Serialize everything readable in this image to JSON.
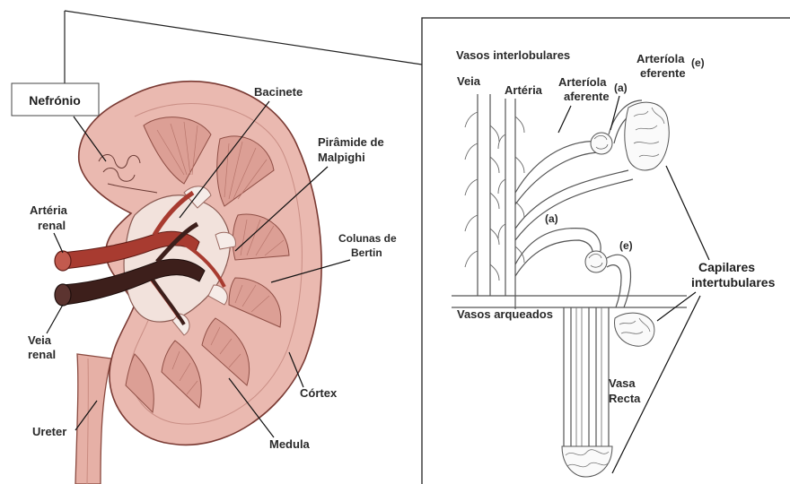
{
  "kidney": {
    "labels": {
      "nefronio": "Nefrónio",
      "bacinete": "Bacinete",
      "piramide_l1": "Pirâmide de",
      "piramide_l2": "Malpighi",
      "colunas_l1": "Colunas de",
      "colunas_l2": "Bertin",
      "arteria_l1": "Artéria",
      "arteria_l2": "renal",
      "veia_l1": "Veia",
      "veia_l2": "renal",
      "cortex": "Córtex",
      "ureter": "Ureter",
      "medula": "Medula"
    }
  },
  "nephron": {
    "labels": {
      "vasos_interlobulares": "Vasos interlobulares",
      "veia": "Veia",
      "arteria": "Artéria",
      "arteriola_aferente_l1": "Arteríola",
      "arteriola_aferente_l2": "aferente",
      "marker_a_top": "(a)",
      "arteriola_eferente_l1": "Arteríola",
      "arteriola_eferente_l2": "eferente",
      "marker_e_top": "(e)",
      "marker_a_mid": "(a)",
      "marker_e_mid": "(e)",
      "vasos_arqueados": "Vasos arqueados",
      "capilares_l1": "Capilares",
      "capilares_l2": "intertubulares",
      "vasa_l1": "Vasa",
      "vasa_l2": "Recta"
    }
  },
  "colors": {
    "kidney_fill": "#e7b7ae",
    "cortex_fill": "#f1cfc8",
    "pyramid_fill": "#d89a90",
    "pelvis_fill": "#f4e4df",
    "artery": "#b03a2e",
    "vein": "#3b1d1a",
    "ureter": "#e3a79c"
  }
}
